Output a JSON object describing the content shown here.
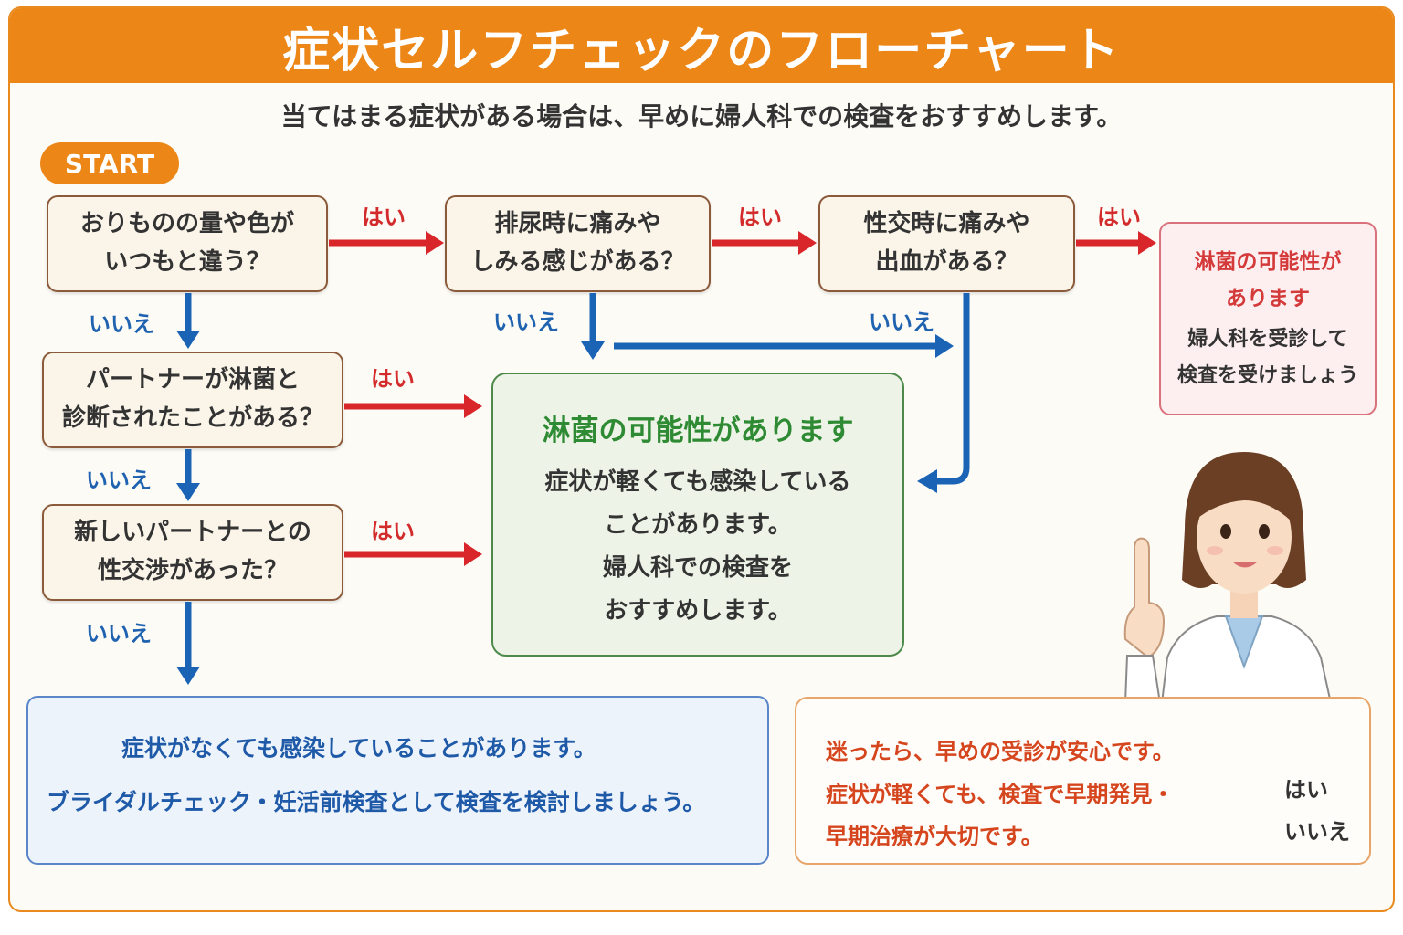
{
  "title": "症状セルフチェックのフローチャート",
  "subtitle": "当てはまる症状がある場合は、早めに婦人科での検査をおすすめします。",
  "start_label": "START",
  "questions": [
    {
      "line1": "おりものの量や色が",
      "line2": "いつもと違う？"
    },
    {
      "line1": "排尿時に痛みや",
      "line2": "しみる感じがある？"
    },
    {
      "line1": "性交時に痛みや",
      "line2": "出血がある？"
    },
    {
      "line1": "パートナーが淋菌と",
      "line2": "診断されたことがある？"
    },
    {
      "line1": "新しいパートナーとの",
      "line2": "性交渉があった？"
    }
  ],
  "yes_label": "はい",
  "no_label": "いいえ",
  "result_green": {
    "heading": "淋菌の可能性があります",
    "lines": [
      "症状が軽くても感染している",
      "ことがあります。",
      "婦人科での検査を",
      "おすすめします。"
    ]
  },
  "result_red": {
    "heading_line1": "淋菌の可能性が",
    "heading_line2": "あります",
    "body_line1": "婦人科を受診して",
    "body_line2": "検査を受けましょう"
  },
  "result_blue": {
    "line1": "症状がなくても感染していることがあります。",
    "line2": "ブライダルチェック・妊活前検査として検査を検討しましょう。"
  },
  "note": {
    "line1": "迷ったら、早めの受診が安心です。",
    "line2": "症状が軽くても、検査で早期発見・",
    "line3": "早期治療が大切です。"
  },
  "legend": {
    "yes": "はい",
    "no": "いいえ"
  },
  "colors": {
    "orange": "#ec8617",
    "yes_arrow": "#d9262b",
    "no_arrow": "#1a63b5",
    "green_heading": "#2e8a33",
    "red_heading": "#d43a3a"
  }
}
